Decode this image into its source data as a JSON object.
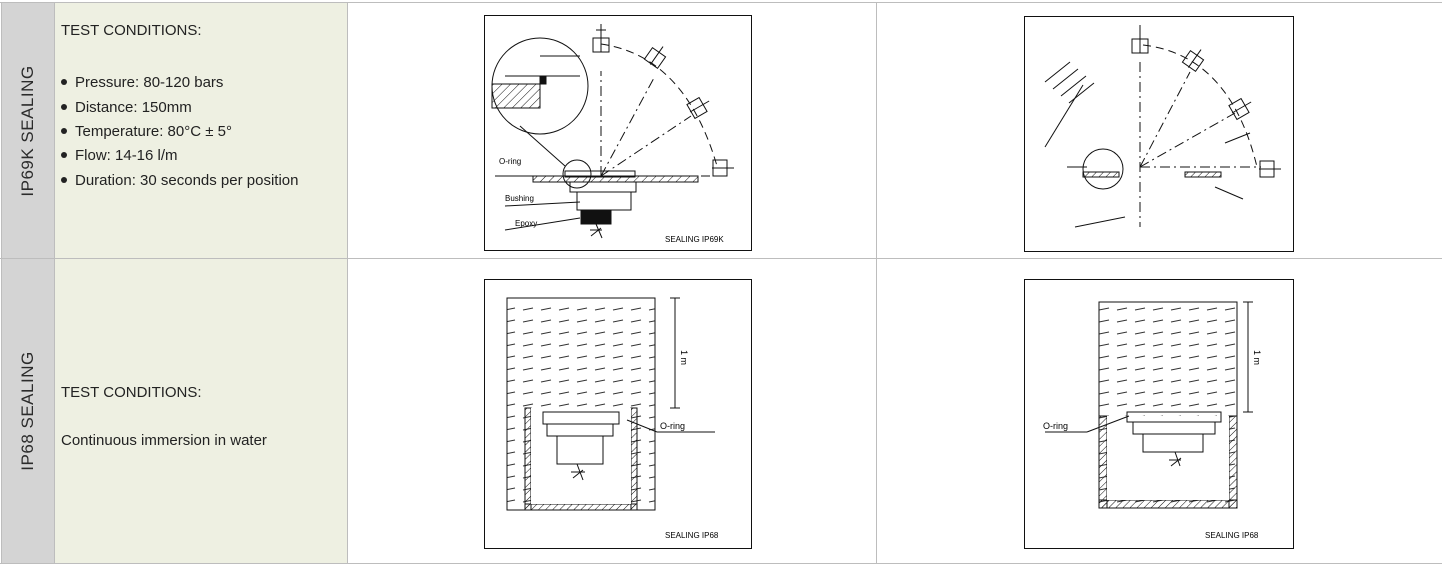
{
  "rows": [
    {
      "header": "IP69K SEALING",
      "conditions_title": "TEST CONDITIONS:",
      "conditions": [
        "Pressure: 80-120 bars",
        "Distance: 150mm",
        "Temperature: 80°C ± 5°",
        "Flow: 14-16 l/m",
        "Duration: 30 seconds per position"
      ],
      "figure_left": {
        "labels": [
          "O-ring",
          "Bushing",
          "Epoxy"
        ],
        "caption": "SEALING  IP69K"
      },
      "figure_right": {
        "caption": ""
      }
    },
    {
      "header": "IP68 SEALING",
      "conditions_title": "TEST CONDITIONS:",
      "conditions_text": "Continuous immersion in water",
      "figure_left": {
        "labels": [
          "O-ring"
        ],
        "depth": "1 m",
        "caption": "SEALING  IP68"
      },
      "figure_right": {
        "labels": [
          "O-ring"
        ],
        "depth": "1 m",
        "caption": "SEALING  IP68"
      }
    }
  ]
}
